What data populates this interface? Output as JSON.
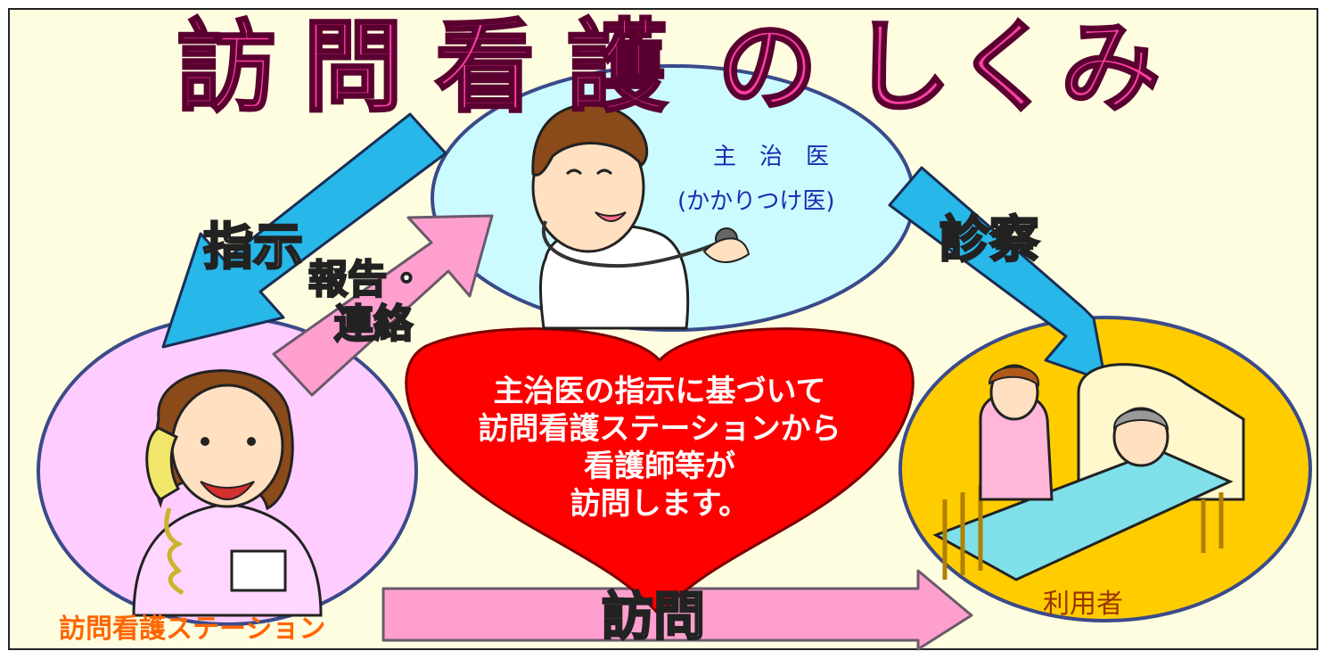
{
  "title": "訪問看護のしくみ",
  "title_chars": [
    "訪",
    "問",
    "看",
    "護",
    "の",
    "し",
    "く",
    "み"
  ],
  "doctor": {
    "line1": "主　治　医",
    "line2": "(かかりつけ医)"
  },
  "arrows": {
    "instruction": "指示",
    "report_line1": "報告・",
    "report_line2": "連絡",
    "examination": "診察",
    "visit": "訪問"
  },
  "heart": [
    "主治医の指示に基づいて",
    "訪問看護ステーションから",
    "看護師等が",
    "訪問します。"
  ],
  "station_label": "訪問看護ステーション",
  "user_label": "利用者",
  "colors": {
    "background": "#fffde0",
    "title": "#ff3fa3",
    "doctor_circle": "#ccfbff",
    "station_circle": "#ffccff",
    "user_circle": "#ffcc00",
    "blue_arrow": "#27b7e8",
    "pink_arrow": "#ff9fd0",
    "heart": "#ff0000",
    "station_text": "#ff6600"
  }
}
